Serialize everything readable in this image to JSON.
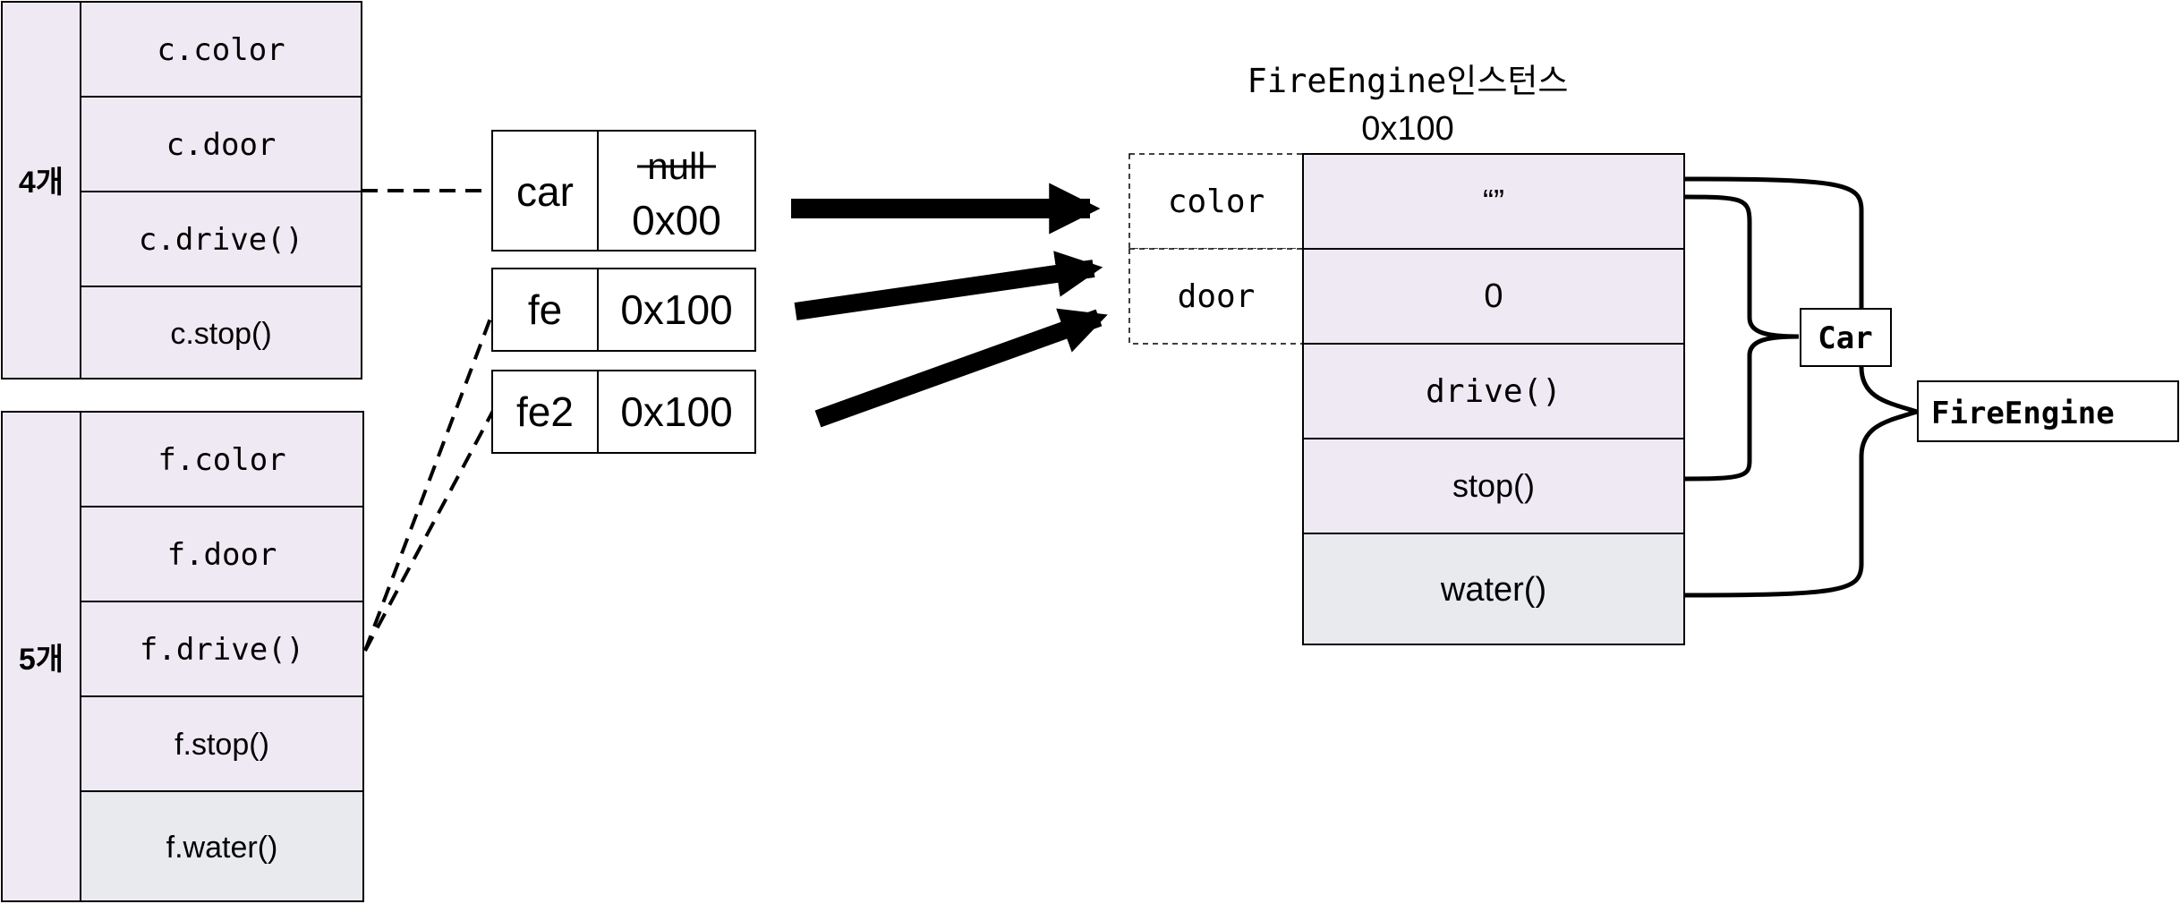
{
  "car_group": {
    "count_label": "4개",
    "members": [
      "c.color",
      "c.door",
      "c.drive()",
      "c.stop()"
    ]
  },
  "fire_group": {
    "count_label": "5개",
    "members": [
      "f.color",
      "f.door",
      "f.drive()",
      "f.stop()",
      "f.water()"
    ]
  },
  "references": [
    {
      "name": "car",
      "old_value": "null",
      "value": "0x00"
    },
    {
      "name": "fe",
      "value": "0x100"
    },
    {
      "name": "fe2",
      "value": "0x100"
    }
  ],
  "instance": {
    "title": "FireEngine인스턴스",
    "address": "0x100",
    "field_names": [
      "color",
      "door"
    ],
    "values": [
      "“”",
      "0",
      "drive()",
      "stop()",
      "water()"
    ]
  },
  "brackets": {
    "car_label": "Car",
    "fire_label": "FireEngine"
  },
  "colors": {
    "member_fill": "#efe9f3",
    "extra_fill": "#e8eaee",
    "stroke": "#000000",
    "background": "#ffffff"
  }
}
